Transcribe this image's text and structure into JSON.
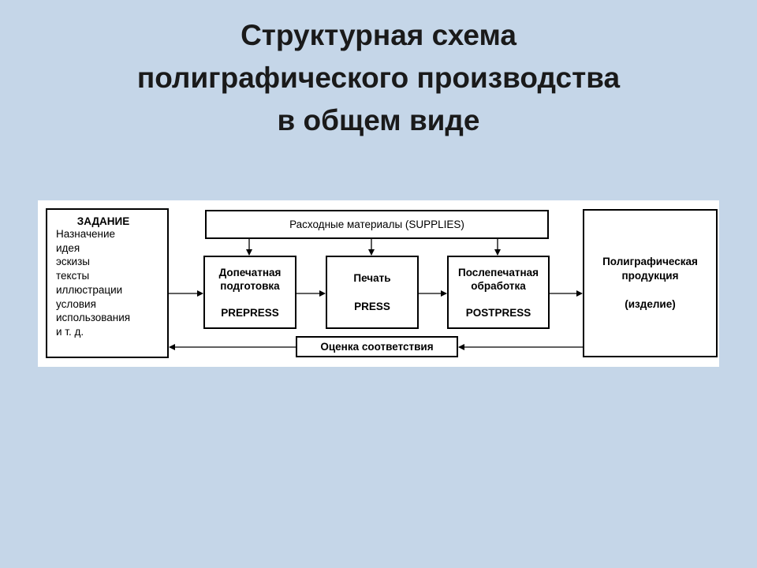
{
  "slide": {
    "title_lines": [
      "Структурная схема",
      "полиграфического производства",
      "в общем виде"
    ]
  },
  "diagram": {
    "task": {
      "heading": "ЗАДАНИЕ",
      "items": [
        "Назначение",
        "идея",
        "эскизы",
        "тексты",
        "иллюстрации",
        "условия",
        "использования",
        "и т. д."
      ]
    },
    "supplies": "Расходные материалы (SUPPLIES)",
    "prepress": {
      "line1": "Допечатная",
      "line2": "подготовка",
      "code": "PREPRESS"
    },
    "press": {
      "line1": "Печать",
      "code": "PRESS"
    },
    "postpress": {
      "line1": "Послепечатная",
      "line2": "обработка",
      "code": "POSTPRESS"
    },
    "product": {
      "line1": "Полиграфическая",
      "line2": "продукция",
      "note": "(изделие)"
    },
    "assessment": "Оценка соответствия"
  }
}
